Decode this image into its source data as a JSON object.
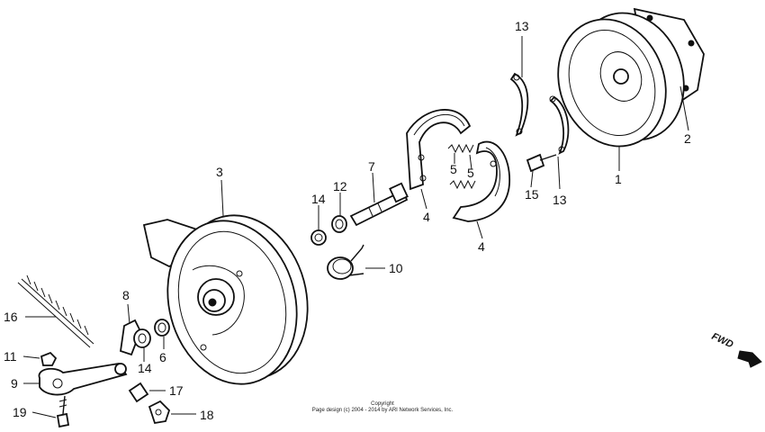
{
  "labels": {
    "p1": "1",
    "p2": "2",
    "p3": "3",
    "p4a": "4",
    "p4b": "4",
    "p5a": "5",
    "p5b": "5",
    "p6": "6",
    "p7": "7",
    "p8": "8",
    "p9": "9",
    "p10": "10",
    "p11": "11",
    "p12": "12",
    "p13a": "13",
    "p13b": "13",
    "p14a": "14",
    "p14b": "14",
    "p15": "15",
    "p16": "16",
    "p17": "17",
    "p18": "18",
    "p19": "19"
  },
  "fwd": "FWD",
  "copyright": {
    "line1": "Copyright",
    "line2": "Page design (c) 2004 - 2014 by ARI Network Services, Inc."
  }
}
